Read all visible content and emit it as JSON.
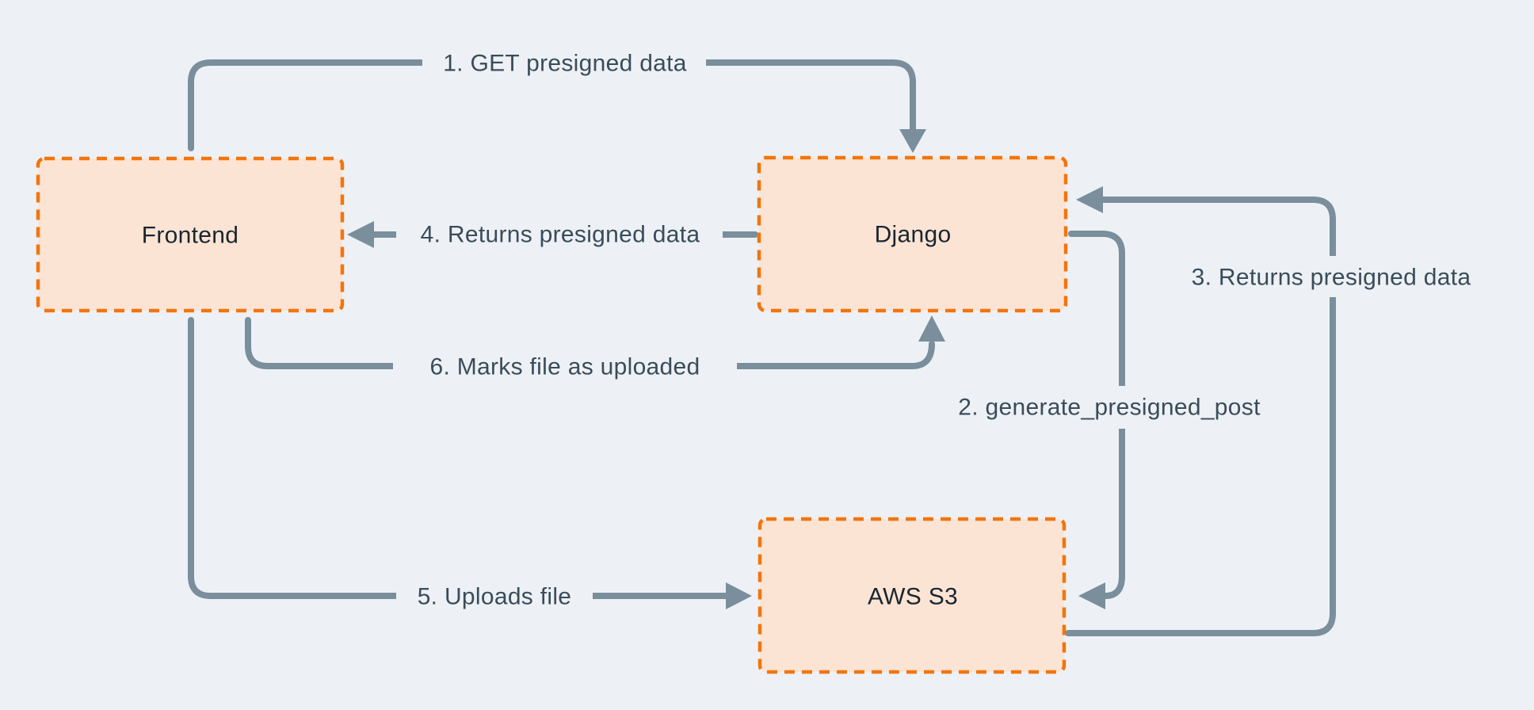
{
  "diagram": {
    "title": "Presigned upload flow between Frontend, Django and AWS S3",
    "colors": {
      "background": "#EDF1F5",
      "node_fill": "#FCE4D4",
      "node_border": "#F2750D",
      "node_label": "#182630",
      "arrow": "#7A8E9C",
      "edge_label": "#3A4C5A"
    },
    "nodes": [
      {
        "id": "frontend",
        "label": "Frontend"
      },
      {
        "id": "django",
        "label": "Django"
      },
      {
        "id": "aws_s3",
        "label": "AWS S3"
      }
    ],
    "edges": [
      {
        "step": 1,
        "label": "1. GET presigned data",
        "from": "Frontend",
        "to": "Django"
      },
      {
        "step": 2,
        "label": "2. generate_presigned_post",
        "from": "Django",
        "to": "AWS S3"
      },
      {
        "step": 3,
        "label": "3. Returns presigned data",
        "from": "AWS S3",
        "to": "Django"
      },
      {
        "step": 4,
        "label": "4. Returns presigned data",
        "from": "Django",
        "to": "Frontend"
      },
      {
        "step": 5,
        "label": "5. Uploads file",
        "from": "Frontend",
        "to": "AWS S3"
      },
      {
        "step": 6,
        "label": "6. Marks file as  uploaded",
        "from": "Frontend",
        "to": "Django"
      }
    ]
  }
}
